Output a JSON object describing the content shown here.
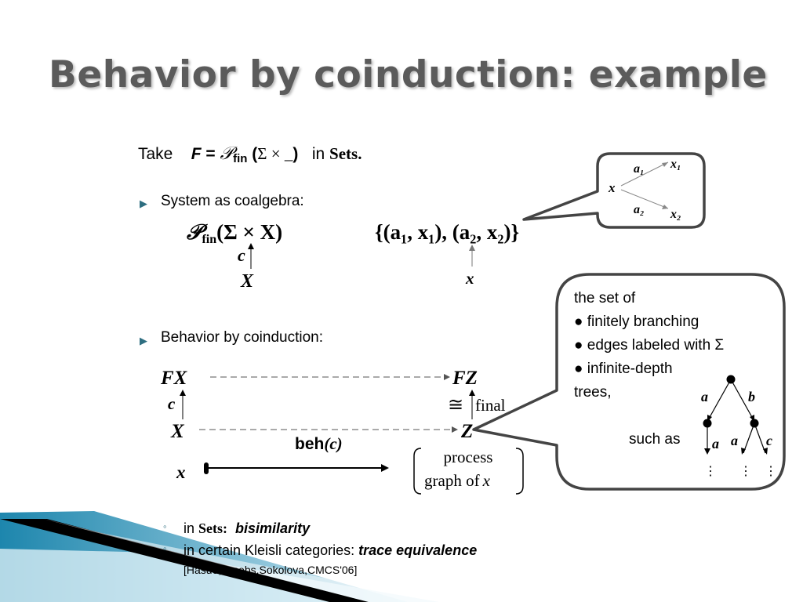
{
  "slide": {
    "title": "Behavior by coinduction: example",
    "take": {
      "prefix": "Take",
      "functor_name": "F",
      "equals": "=",
      "pfin_p": "𝒫",
      "pfin_sub": "fin",
      "paren_open": "(",
      "sigma_times": "Σ × _",
      "paren_close": ")",
      "in_word": "in",
      "category": "Sets."
    },
    "bullets": [
      {
        "text": "System as coalgebra:"
      },
      {
        "text": "Behavior by coinduction:"
      }
    ],
    "coalgebra": {
      "codomain_p": "𝒫",
      "codomain_sub": "fin",
      "codomain_rest": "(Σ × X)",
      "arrow_label": "c",
      "domain": "X",
      "set_value": "{(a₁, x₁), (a₂, x₂)}",
      "element": "x"
    },
    "lts_box": {
      "source": "x",
      "label1": "a₁",
      "target1": "x₁",
      "label2": "a₂",
      "target2": "x₂"
    },
    "final_diagram": {
      "fx": "FX",
      "fz": "FZ",
      "x": "X",
      "z": "Z",
      "c": "c",
      "iso": "≅",
      "final": "final",
      "beh": "beh",
      "beh_arg": "(c)",
      "elem": "x"
    },
    "process_graph": {
      "line1": "process",
      "line2_prefix": "graph of",
      "line2_var": "x"
    },
    "tree_bubble": {
      "lines": [
        "the set of",
        "● finitely branching",
        "● edges labeled with Σ",
        "● infinite-depth",
        "trees,"
      ],
      "such_as": "such as",
      "tree_labels": {
        "left": "a",
        "right": "b",
        "ll": "a",
        "rl": "a",
        "rr": "c",
        "dots": "⋮"
      }
    },
    "sub_bullets": [
      {
        "marker": "◦",
        "prefix": "in",
        "category": "Sets:",
        "emph": "bisimilarity"
      },
      {
        "marker": "◦",
        "prefix": "in certain Kleisli categories:",
        "emph": "trace equivalence"
      }
    ],
    "citation": "[Hasuo,Jacobs,Sokolova,CMCS'06]",
    "colors": {
      "title": "#5b5b5b",
      "bullet": "#2e6e80",
      "ribbon_blue": "#1d86ad",
      "ribbon_light": "#c9e6f1"
    }
  }
}
